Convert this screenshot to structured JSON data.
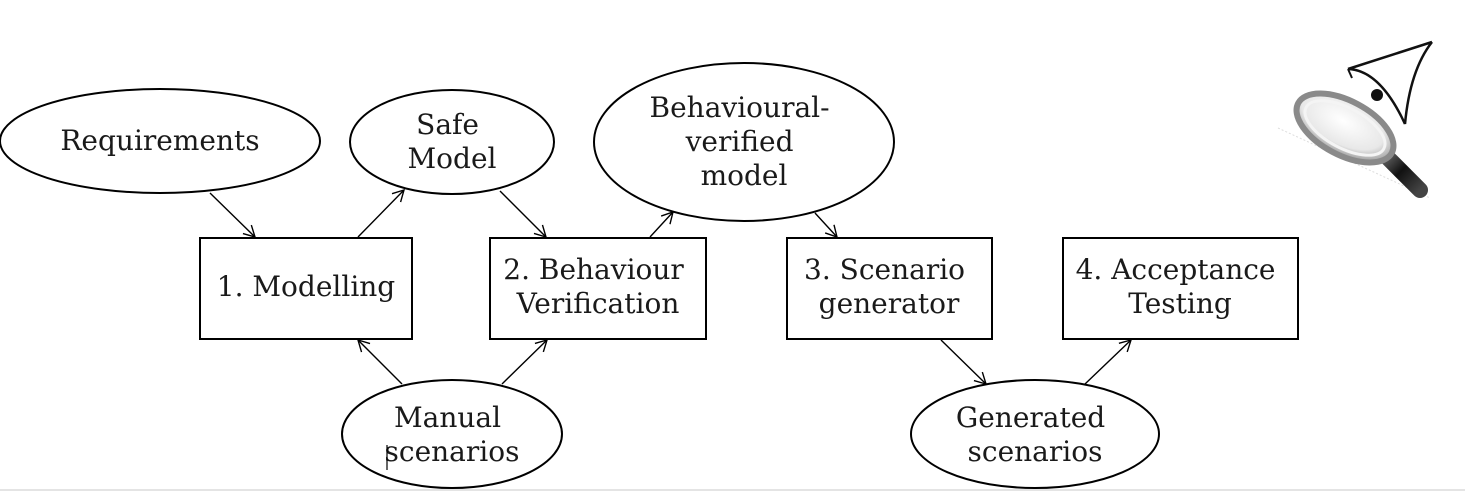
{
  "diagram": {
    "ellipses": {
      "requirements": [
        "Requirements"
      ],
      "safe_model": [
        "Safe",
        "Model"
      ],
      "behavioural_verified_model": [
        "Behavioural-",
        "verified",
        "model"
      ],
      "manual_scenarios": [
        "Manual",
        "scenarios"
      ],
      "generated_scenarios": [
        "Generated",
        "scenarios"
      ]
    },
    "boxes": {
      "modelling": [
        "1.  Modelling"
      ],
      "behaviour_verification": [
        "2.  Behaviour",
        "Verification"
      ],
      "scenario_generator": [
        "3.  Scenario",
        "generator"
      ],
      "acceptance_testing": [
        "4.  Acceptance",
        "Testing"
      ]
    },
    "edges": [
      {
        "from": "requirements",
        "to": "modelling"
      },
      {
        "from": "modelling",
        "to": "safe_model"
      },
      {
        "from": "safe_model",
        "to": "behaviour_verification"
      },
      {
        "from": "behaviour_verification",
        "to": "behavioural_verified_model"
      },
      {
        "from": "behavioural_verified_model",
        "to": "scenario_generator"
      },
      {
        "from": "manual_scenarios",
        "to": "modelling"
      },
      {
        "from": "manual_scenarios",
        "to": "behaviour_verification"
      },
      {
        "from": "scenario_generator",
        "to": "generated_scenarios"
      },
      {
        "from": "generated_scenarios",
        "to": "acceptance_testing"
      }
    ],
    "icon": "magnifying-glass-icon"
  }
}
